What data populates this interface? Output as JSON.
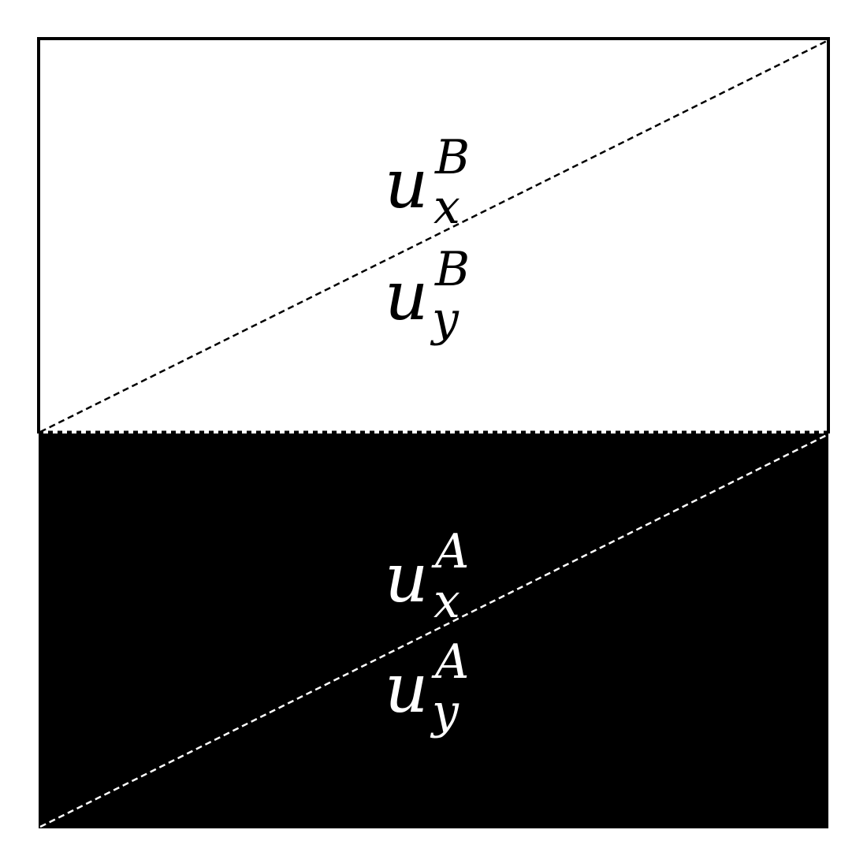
{
  "colors": {
    "region_a_fill": "#000000",
    "region_b_fill": "#ffffff",
    "outline": "#000000",
    "region_a_text": "#ffffff",
    "region_b_text": "#000000",
    "region_a_dash": "#ffffff",
    "region_b_dash": "#000000"
  },
  "regions": {
    "upper": {
      "label_1": {
        "base": "u",
        "sup": "B",
        "sub": "x"
      },
      "label_2": {
        "base": "u",
        "sup": "B",
        "sub": "y"
      }
    },
    "lower": {
      "label_1": {
        "base": "u",
        "sup": "A",
        "sub": "x"
      },
      "label_2": {
        "base": "u",
        "sup": "A",
        "sub": "y"
      }
    }
  }
}
